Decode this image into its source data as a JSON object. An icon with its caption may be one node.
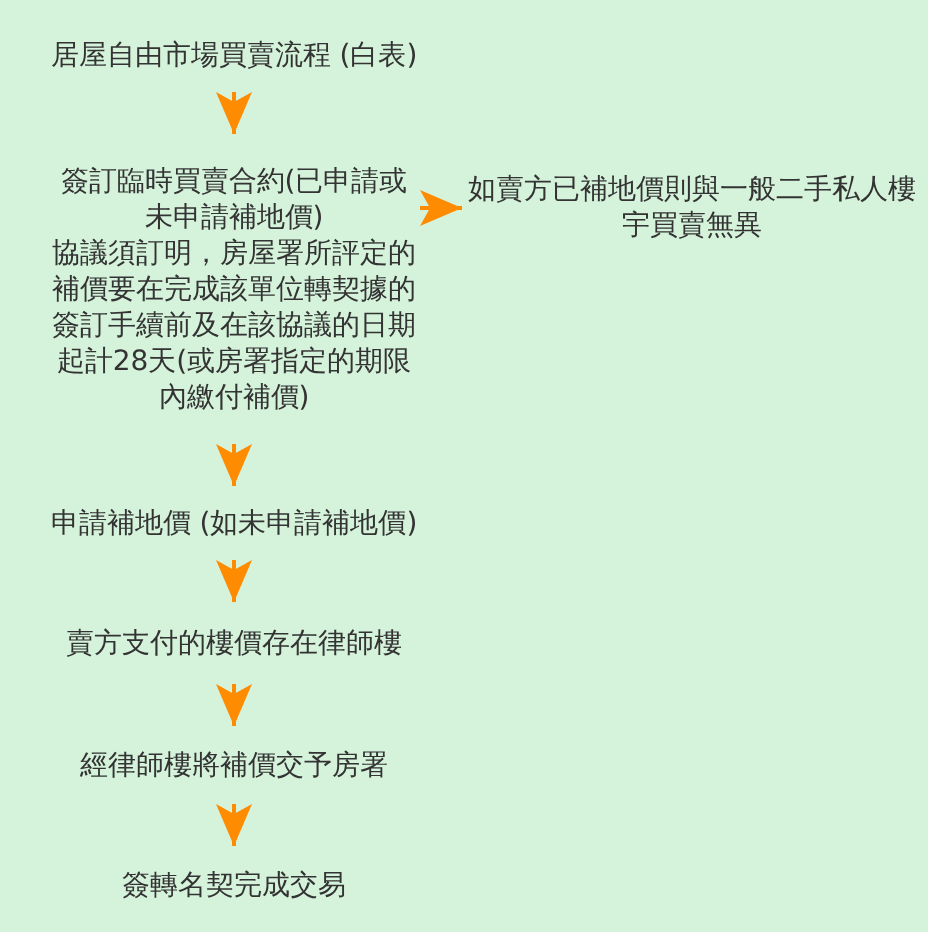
{
  "diagram": {
    "nodes": [
      {
        "text": [
          "居屋自由市場買賣流程 (白表)"
        ]
      },
      {
        "text": [
          "簽訂臨時買賣合約(已申請或未申請補地價)",
          "協議須訂明，房屋署所評定的補價要在完成該單位轉契據的簽訂手續前及在該協議的日期起計28天(或房署指定的期限內繳付補價)"
        ]
      },
      {
        "text": [
          "如賣方已補地價則與一般二手私人樓宇買賣無異"
        ]
      },
      {
        "text": [
          "申請補地價 (如未申請補地價)"
        ]
      },
      {
        "text": [
          "賣方支付的樓價存在律師樓"
        ]
      },
      {
        "text": [
          "經律師樓將補價交予房署"
        ]
      },
      {
        "text": [
          "簽轉名契完成交易"
        ]
      }
    ],
    "edges": [
      {
        "from": 0,
        "to": 1,
        "arrow": "to"
      },
      {
        "from": 1,
        "to": 2,
        "arrow": "to"
      },
      {
        "from": 1,
        "to": 3,
        "arrow": "to"
      },
      {
        "from": 3,
        "to": 4,
        "arrow": "to"
      },
      {
        "from": 4,
        "to": 5,
        "arrow": "to"
      },
      {
        "from": 5,
        "to": 6,
        "arrow": "to"
      }
    ]
  }
}
